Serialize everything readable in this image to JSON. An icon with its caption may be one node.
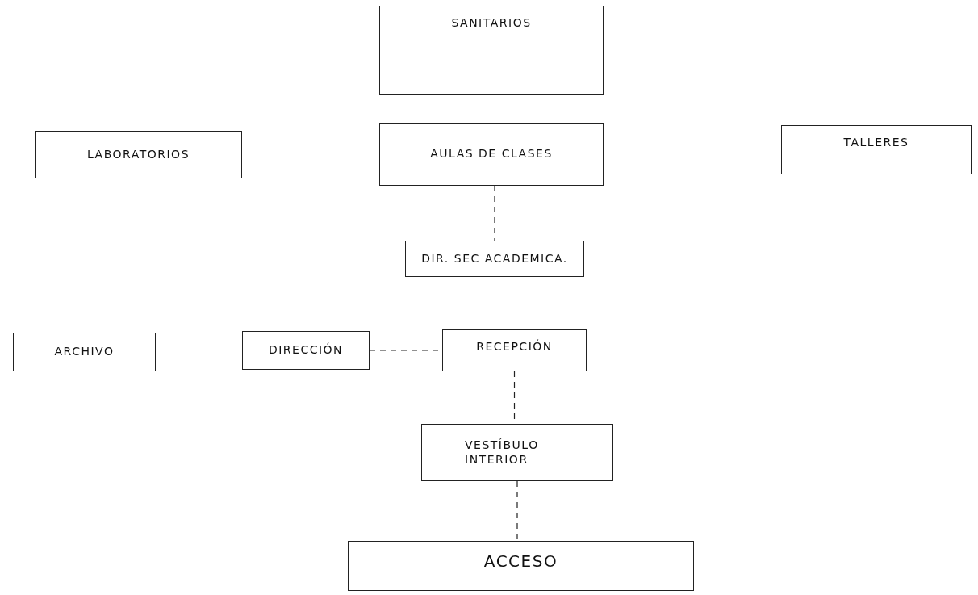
{
  "diagram": {
    "nodes": [
      {
        "text": [
          "SANITARIOS"
        ]
      },
      {
        "text": [
          "LABORATORIOS"
        ]
      },
      {
        "text": [
          "AULAS DE CLASES"
        ]
      },
      {
        "text": [
          "TALLERES"
        ]
      },
      {
        "text": [
          "DIR. SEC ACADEMICA."
        ]
      },
      {
        "text": [
          "ARCHIVO"
        ]
      },
      {
        "text": [
          "DIRECCIÓN"
        ]
      },
      {
        "text": [
          "RECEPCIÓN"
        ]
      },
      {
        "text": [
          "VESTÍBULO INTERIOR"
        ]
      },
      {
        "text": [
          "ACCESO"
        ]
      }
    ],
    "edges": [
      {
        "from": 2,
        "to": 4,
        "arrow": "none",
        "style": "dashed"
      },
      {
        "from": 6,
        "to": 7,
        "arrow": "none",
        "style": "dashed"
      },
      {
        "from": 7,
        "to": 8,
        "arrow": "none",
        "style": "dashed"
      },
      {
        "from": 8,
        "to": 9,
        "arrow": "none",
        "style": "dashed"
      }
    ]
  }
}
